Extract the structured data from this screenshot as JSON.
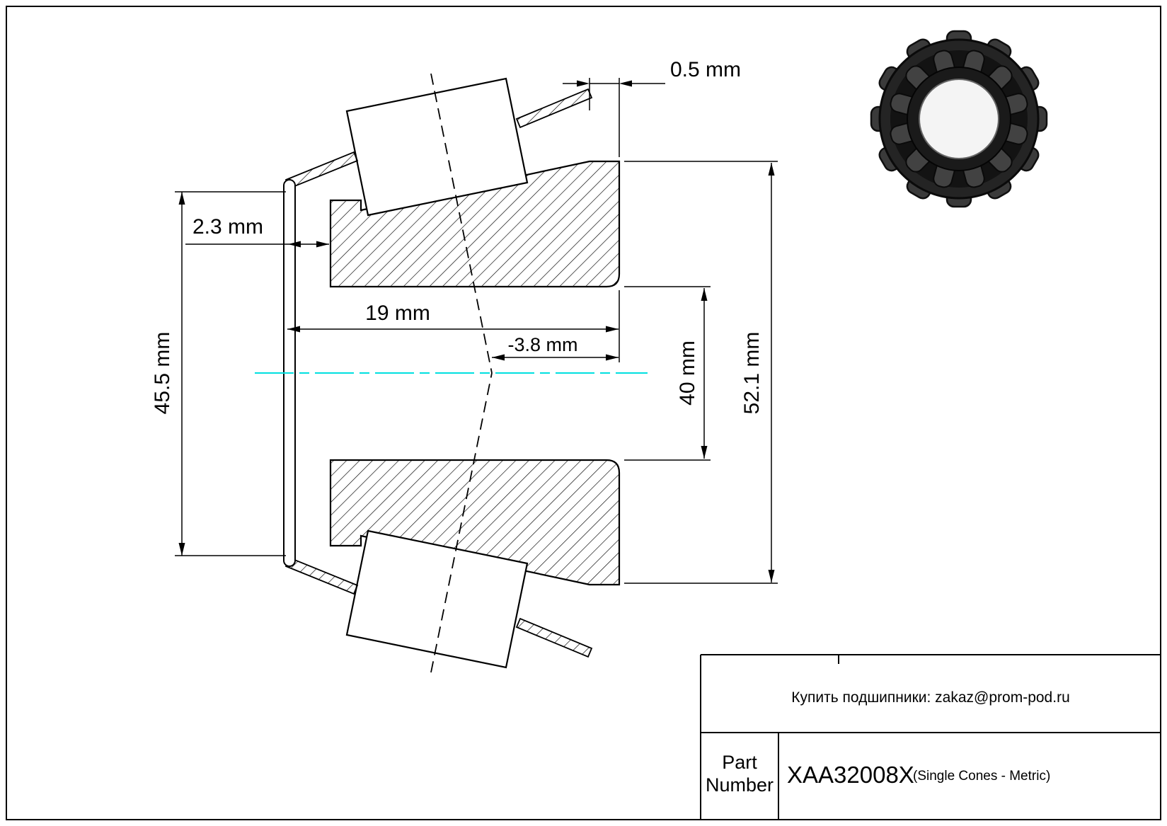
{
  "page": {
    "type": "technical-drawing",
    "background": "#ffffff",
    "line_color": "#000000",
    "centerline_color": "#00e0e0"
  },
  "drawing": {
    "subject": "tapered-roller-bearing-single-cone-cross-section",
    "photo": "tapered-roller-bearing-cone-assembly-photo",
    "dimensions": {
      "cage_standout": "0.5 mm",
      "rib_width": "2.3 mm",
      "cone_width": "19 mm",
      "effective_center": "-3.8 mm",
      "bore_diameter": "40 mm",
      "cage_outer_diameter": "45.5 mm",
      "outside_diameter": "52.1 mm"
    }
  },
  "title_block": {
    "contact": "Купить подшипники: zakaz@prom-pod.ru",
    "part_label": {
      "line1": "Part",
      "line2": "Number"
    },
    "part_number": "XAA32008X",
    "series": "(Single Cones - Metric)"
  }
}
